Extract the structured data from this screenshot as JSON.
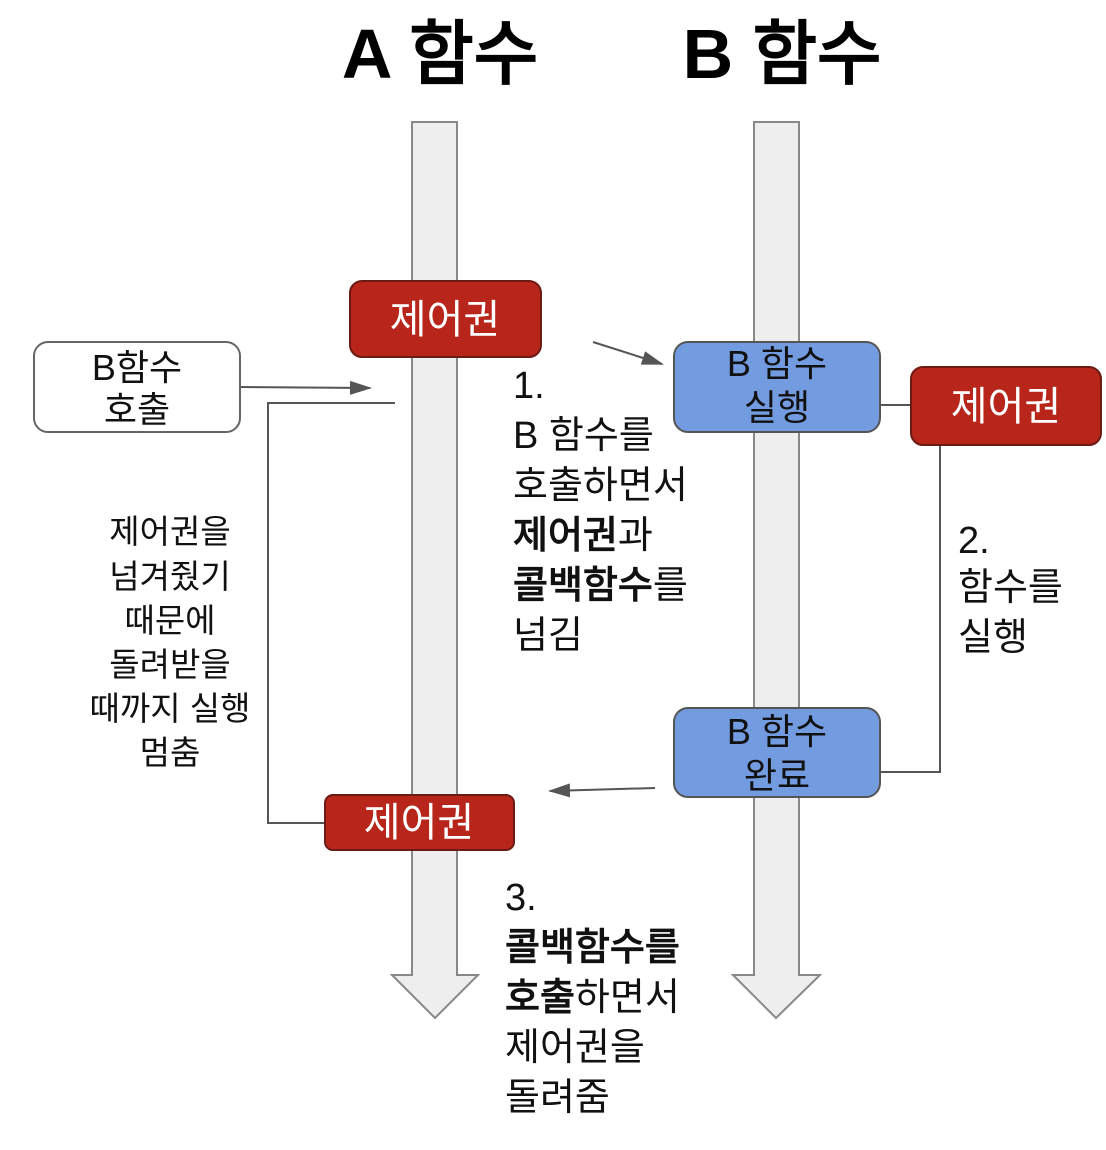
{
  "titles": {
    "a": "A 함수",
    "b": "B 함수"
  },
  "boxes": {
    "control_1": "제어권",
    "control_2": "제어권",
    "control_3": "제어권",
    "b_call": [
      "B함수",
      "호출"
    ],
    "b_run": [
      "B 함수",
      "실행"
    ],
    "b_done": [
      "B 함수",
      "완료"
    ]
  },
  "step1": {
    "num": "1.",
    "line1": "B 함수를",
    "line2": "호출하면서",
    "line3_bold": "제어권",
    "line3_rest": "과",
    "line4_bold": "콜백함수",
    "line4_rest": "를",
    "line5": "넘김"
  },
  "step2": {
    "num": "2.",
    "line1": "함수를",
    "line2": "실행"
  },
  "step3": {
    "num": "3.",
    "line1_bold": "콜백함수를",
    "line2_bold": "호출",
    "line2_rest": "하면서",
    "line3": "제어권을",
    "line4": "돌려줌"
  },
  "side_note": [
    "제어권을",
    "넘겨줬기",
    "때문에",
    "돌려받을",
    "때까지 실행",
    "멈춤"
  ],
  "colors": {
    "control": "#b8261b",
    "function_box": "#739be0",
    "timeline": "#eeeeee"
  }
}
